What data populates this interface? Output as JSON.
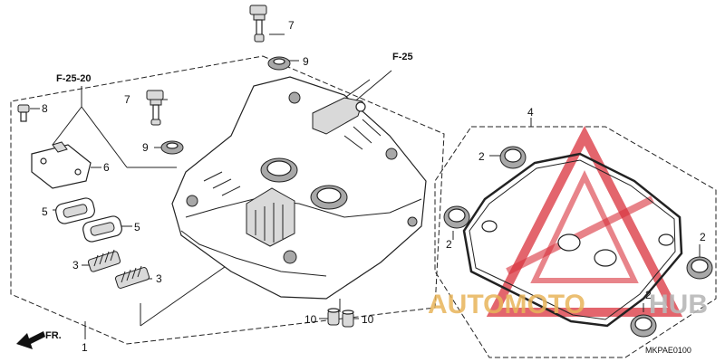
{
  "refs": {
    "f25_20": "F-25-20",
    "f25": "F-25"
  },
  "labels": {
    "p1": "1",
    "p2a": "2",
    "p2b": "2",
    "p2c": "2",
    "p2d": "2",
    "p3a": "3",
    "p3b": "3",
    "p4": "4",
    "p5a": "5",
    "p5b": "5",
    "p6": "6",
    "p7a": "7",
    "p7b": "7",
    "p8": "8",
    "p9a": "9",
    "p9b": "9",
    "p10a": "10",
    "p10b": "10"
  },
  "front_arrow": "FR.",
  "diagram_code": "MKPAE0100",
  "watermark": {
    "text_auto": "AUTOMOTO",
    "text_hub": "HUB",
    "color_red": "#d9323c",
    "color_gold": "#e8b45a"
  }
}
